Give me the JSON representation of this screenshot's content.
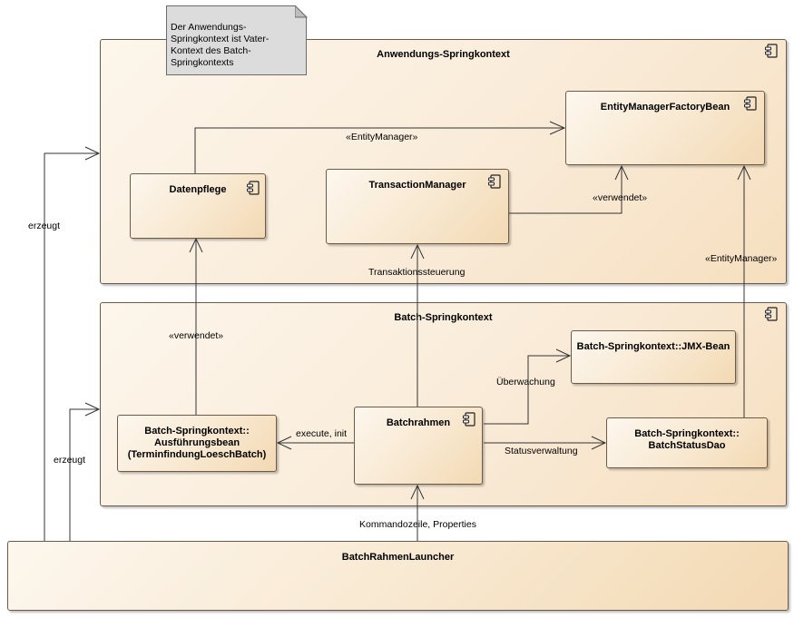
{
  "note": {
    "text": "Der Anwendungs-\nSpringkontext ist Vater-\nKontext des Batch-\nSpringkontexts"
  },
  "containers": {
    "anwendung": {
      "title": "Anwendungs-Springkontext"
    },
    "batch": {
      "title": "Batch-Springkontext"
    }
  },
  "components": {
    "emfb": {
      "title": "EntityManagerFactoryBean"
    },
    "datenpflege": {
      "title": "Datenpflege"
    },
    "transaction": {
      "title": "TransactionManager"
    },
    "jmx": {
      "title": "Batch-Springkontext::JMX-Bean"
    },
    "ausfuehrung": {
      "title": "Batch-Springkontext::\nAusführungsbean\n(TerminfindungLoeschBatch)"
    },
    "batchrahmen": {
      "title": "Batchrahmen"
    },
    "statusdao": {
      "title": "Batch-Springkontext::\nBatchStatusDao"
    },
    "launcher": {
      "title": "BatchRahmenLauncher"
    }
  },
  "edges": {
    "entitymanager_top": "«EntityManager»",
    "verwendet_top": "«verwendet»",
    "transaktion": "Transaktionssteuerung",
    "entitymanager_right": "«EntityManager»",
    "verwendet_batch": "«verwendet»",
    "ueberwachung": "Überwachung",
    "execute": "execute, init",
    "status": "Statusverwaltung",
    "kommandozeile": "Kommandozeile, Properties",
    "erzeugt_1": "erzeugt",
    "erzeugt_2": "erzeugt"
  },
  "colors": {
    "line": "#333333",
    "box_border": "#6b5b48",
    "note_fill": "#dcdcdc"
  }
}
